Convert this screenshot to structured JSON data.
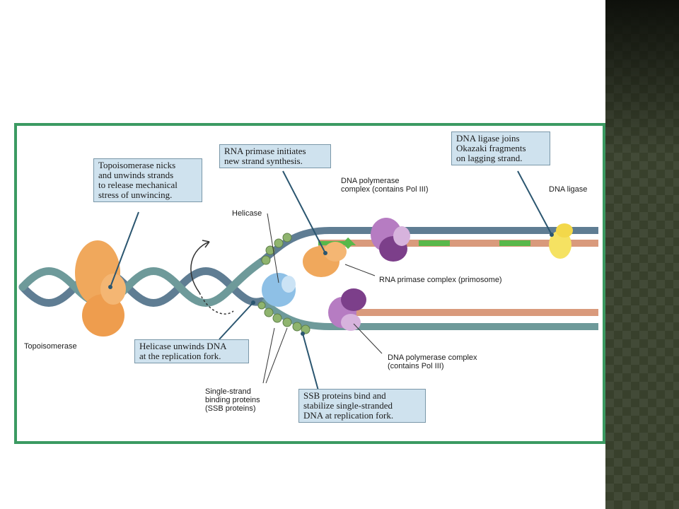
{
  "diagram": {
    "callouts": {
      "topoisomerase": "Topoisomerase nicks\nand unwinds strands\nto release mechanical\nstress of unwincing.",
      "primase": "RNA primase initiates\nnew strand synthesis.",
      "ligase": "DNA ligase joins\nOkazaki fragments\non lagging strand.",
      "helicase": "Helicase unwinds DNA\nat the replication fork.",
      "ssb": "SSB proteins bind and\nstabilize single-stranded\nDNA at replication fork."
    },
    "labels": {
      "topoisomerase": "Topoisomerase",
      "helicase": "Helicase",
      "polymerase_top": "DNA polymerase\ncomplex (contains Pol III)",
      "ligase": "DNA ligase",
      "primase_complex": "RNA primase complex (primosome)",
      "polymerase_bottom": "DNA polymerase complex\n(contains Pol III)",
      "ssb": "Single-strand\nbinding proteins\n(SSB proteins)"
    },
    "colors": {
      "frame": "#3b9a62",
      "strand_blue": "#5f7d93",
      "strand_teal": "#6e9a9a",
      "new_strand": "#d99a7c",
      "rna_primer": "#59b84a",
      "topoisomerase": "#f0a85c",
      "polymerase": "#8a4f98",
      "helicase": "#8ec0e6",
      "ssb": "#8fb46e",
      "ligase": "#f5e262",
      "callout_bg": "#cfe2ee",
      "side_strip": "#38402c"
    }
  }
}
